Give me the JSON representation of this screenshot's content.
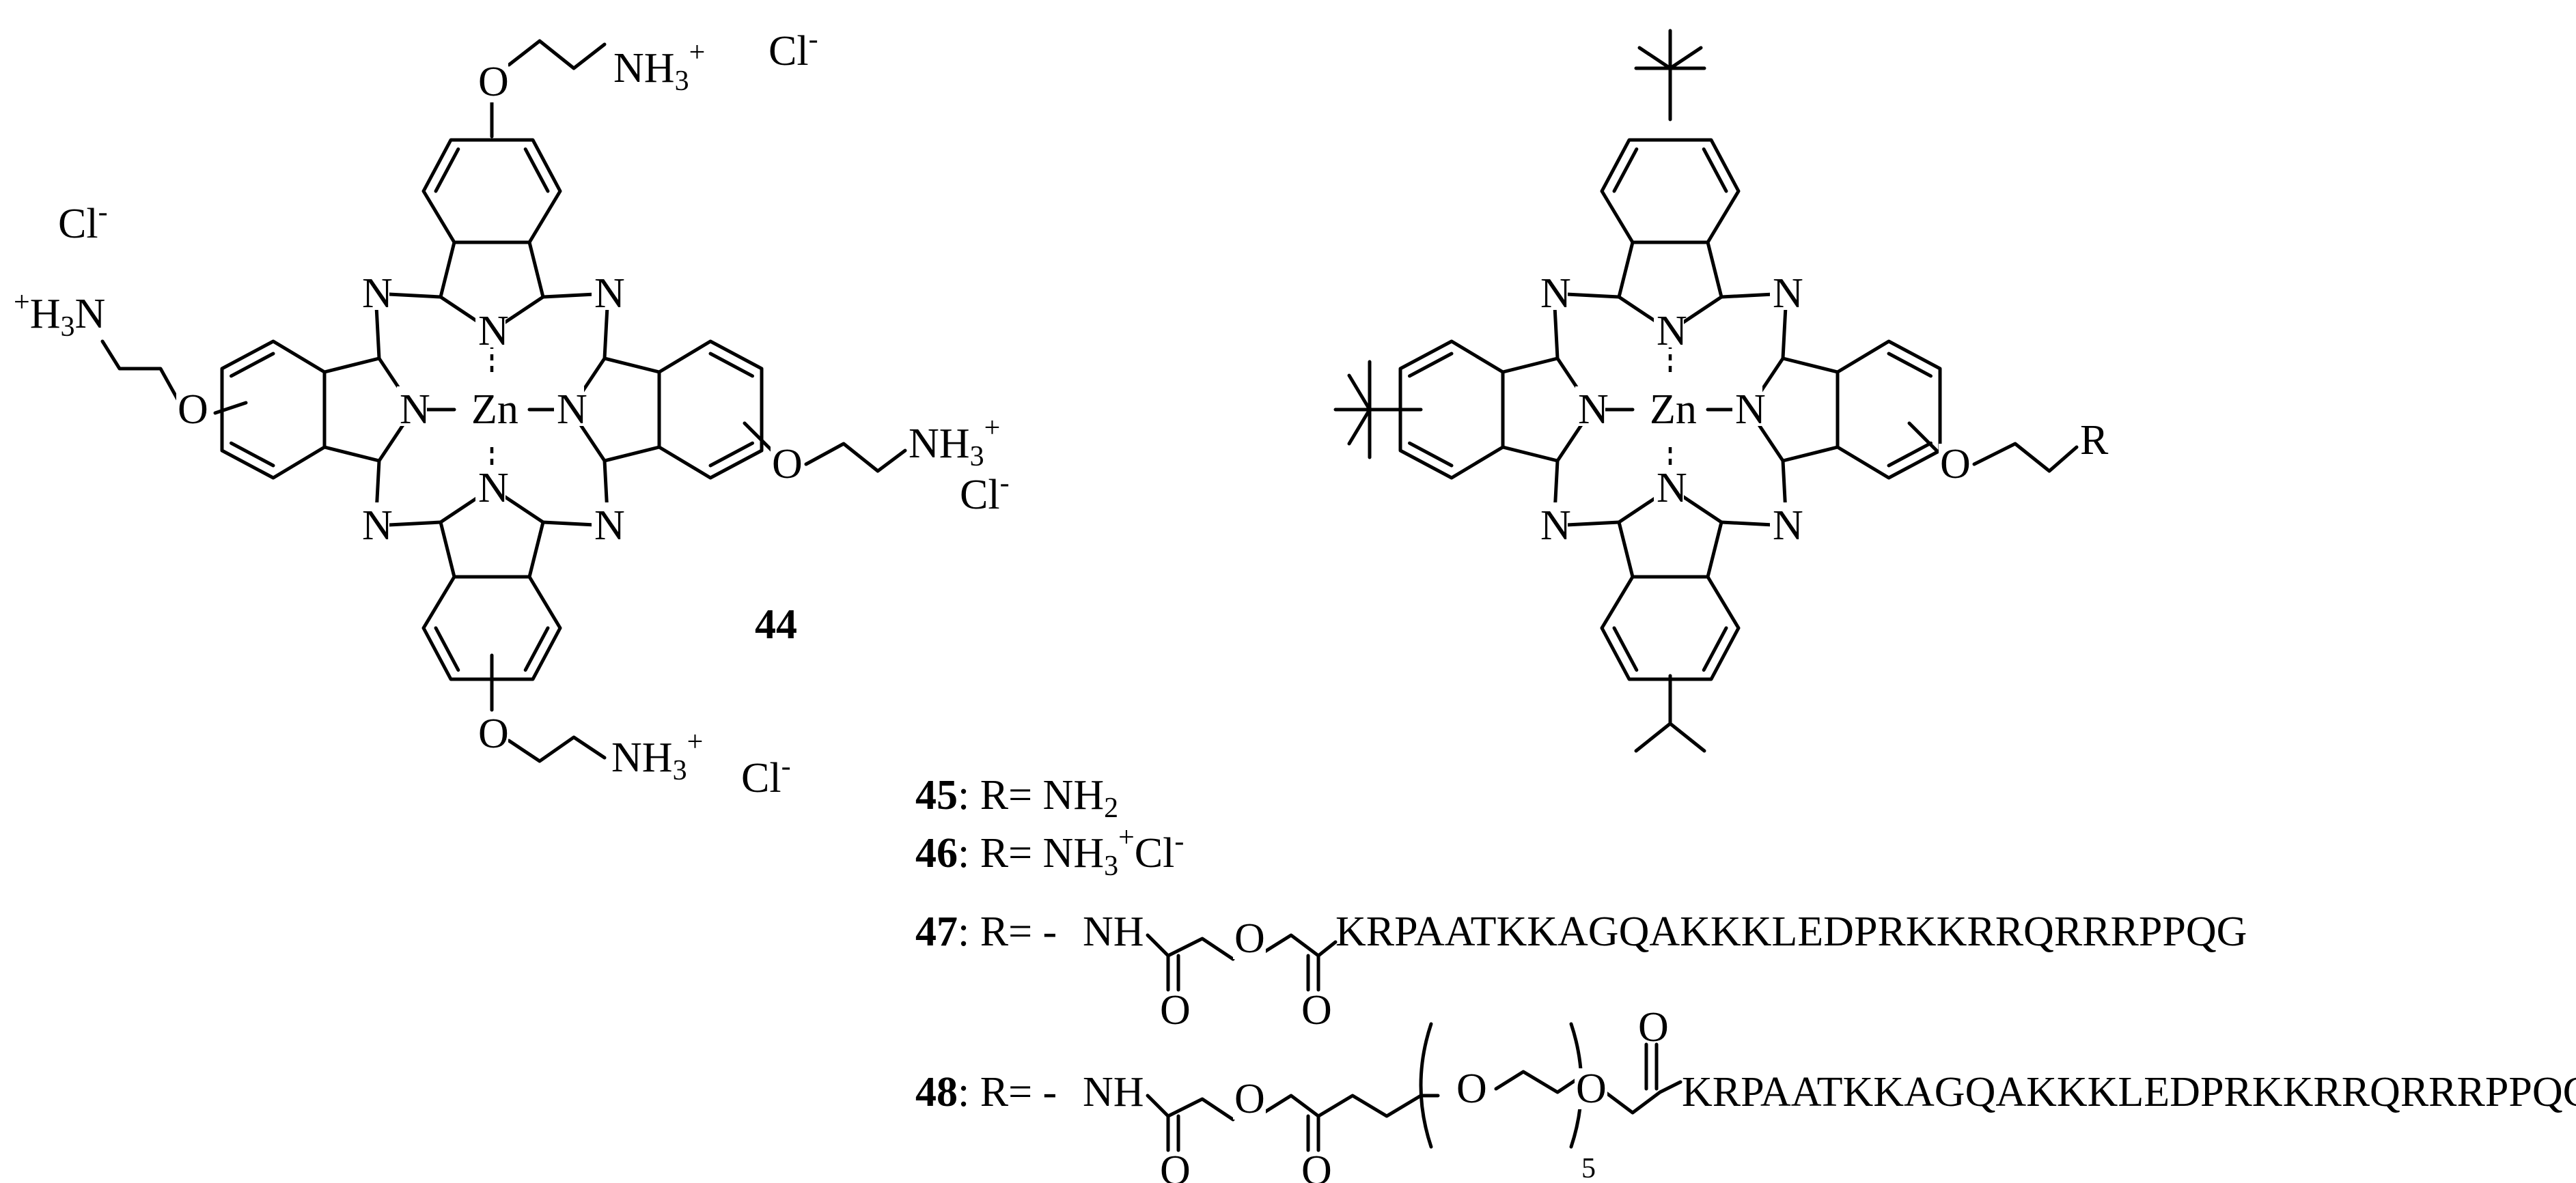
{
  "atoms": {
    "nitrogen": "N",
    "oxygen": "O",
    "zinc": "Zn",
    "nitrogen_ring": "N"
  },
  "compound_44": {
    "label": "44",
    "ammonium": "NH",
    "ammonium_h_sub": "3",
    "ammonium_charge": "+",
    "left_ammonium_charge": "+",
    "left_ammonium_h": "H",
    "left_ammonium_sub": "3",
    "left_ammonium_n": "N",
    "chloride": "Cl",
    "chloride_charge": "-"
  },
  "compound_45_48": {
    "substituent": "R"
  },
  "legend": {
    "c45_number": "45",
    "c45_text": ": R= NH",
    "c45_sub": "2",
    "c46_number": "46",
    "c46_text": ": R= NH",
    "c46_sub": "3",
    "c46_sup": "+",
    "c46_cl": "Cl",
    "c46_cl_sup": "-",
    "c47_number": "47",
    "c47_text": ": R= -",
    "c48_number": "48",
    "c48_text": ": R= -",
    "nh": "NH",
    "peptide": "KRPAATKKAGQAKKKLEDPRKKRRQRRRPPQG",
    "peg_repeat": "5"
  }
}
